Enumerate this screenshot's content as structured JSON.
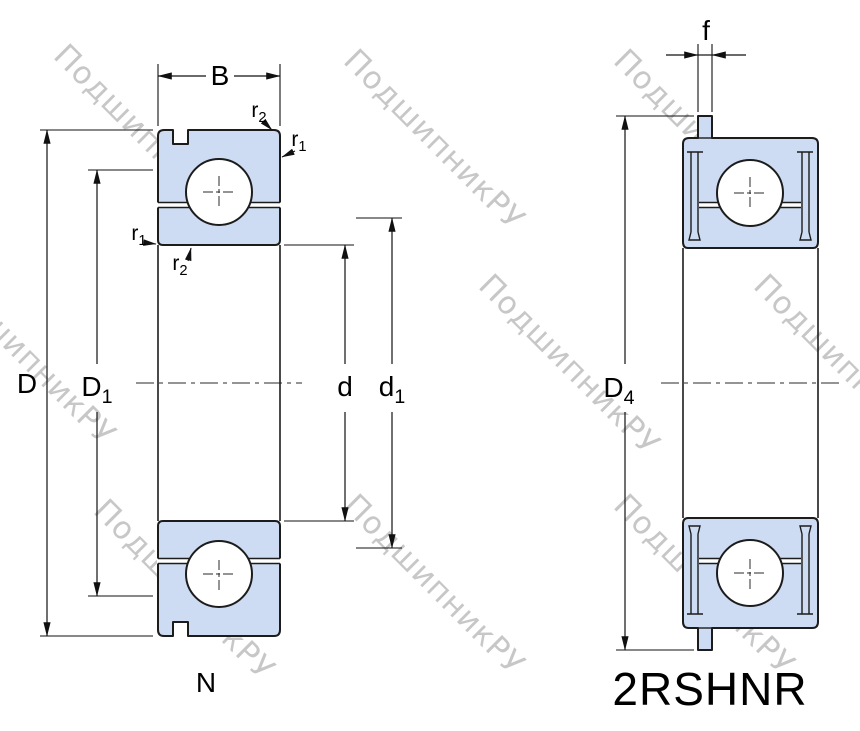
{
  "watermark": {
    "text": "ПодшипникРУ"
  },
  "colors": {
    "section-fill": "#cddcf2",
    "line": "#1c1c1c",
    "dim": "#111111",
    "watermark": "#9a9a9a"
  },
  "left_view": {
    "suffix_label": "N",
    "dims": {
      "B": {
        "base": "B",
        "sub": ""
      },
      "D": {
        "base": "D",
        "sub": ""
      },
      "D1": {
        "base": "D",
        "sub": "1"
      },
      "d": {
        "base": "d",
        "sub": ""
      },
      "d1": {
        "base": "d",
        "sub": "1"
      },
      "r1_top": {
        "base": "r",
        "sub": "1"
      },
      "r2_top": {
        "base": "r",
        "sub": "2"
      },
      "r1_side": {
        "base": "r",
        "sub": "1"
      },
      "r2_side": {
        "base": "r",
        "sub": "2"
      }
    }
  },
  "right_view": {
    "designation": "2RSHNR",
    "dims": {
      "f": {
        "base": "f",
        "sub": ""
      },
      "D4": {
        "base": "D",
        "sub": "4"
      }
    }
  }
}
